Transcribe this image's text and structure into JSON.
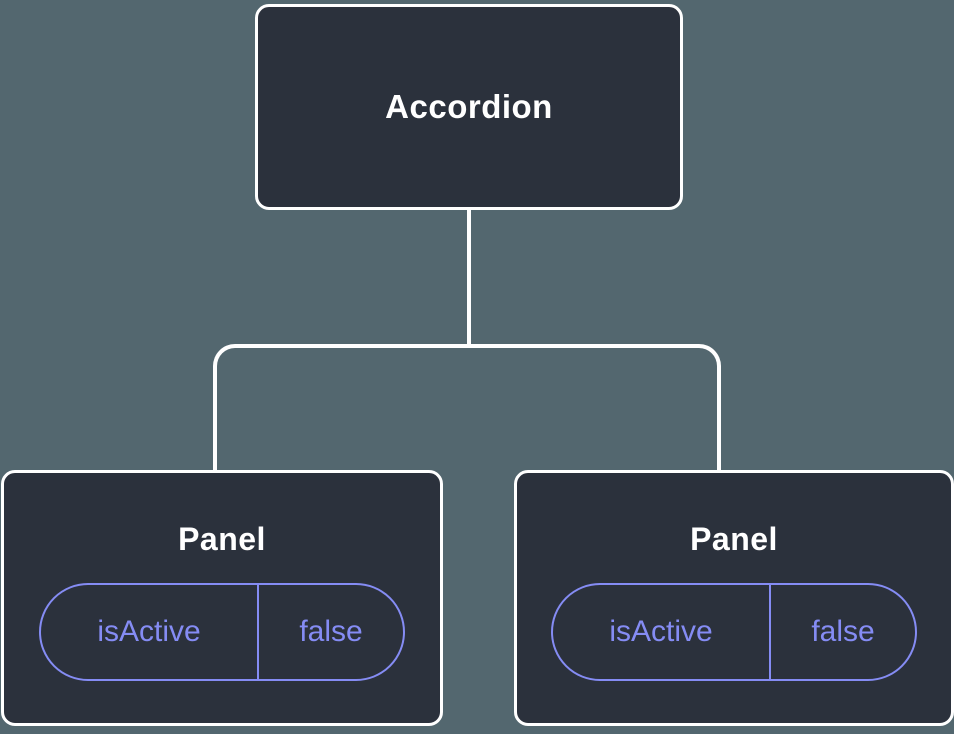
{
  "diagram": {
    "type": "component-tree",
    "root": {
      "label": "Accordion"
    },
    "children": [
      {
        "label": "Panel",
        "props": [
          {
            "name": "isActive",
            "value": "false"
          }
        ]
      },
      {
        "label": "Panel",
        "props": [
          {
            "name": "isActive",
            "value": "false"
          }
        ]
      }
    ],
    "colors": {
      "background": "#53676f",
      "node_fill": "#2b313c",
      "node_border": "#ffffff",
      "prop_accent": "#858cf4",
      "connector": "#ffffff",
      "text": "#ffffff"
    }
  }
}
